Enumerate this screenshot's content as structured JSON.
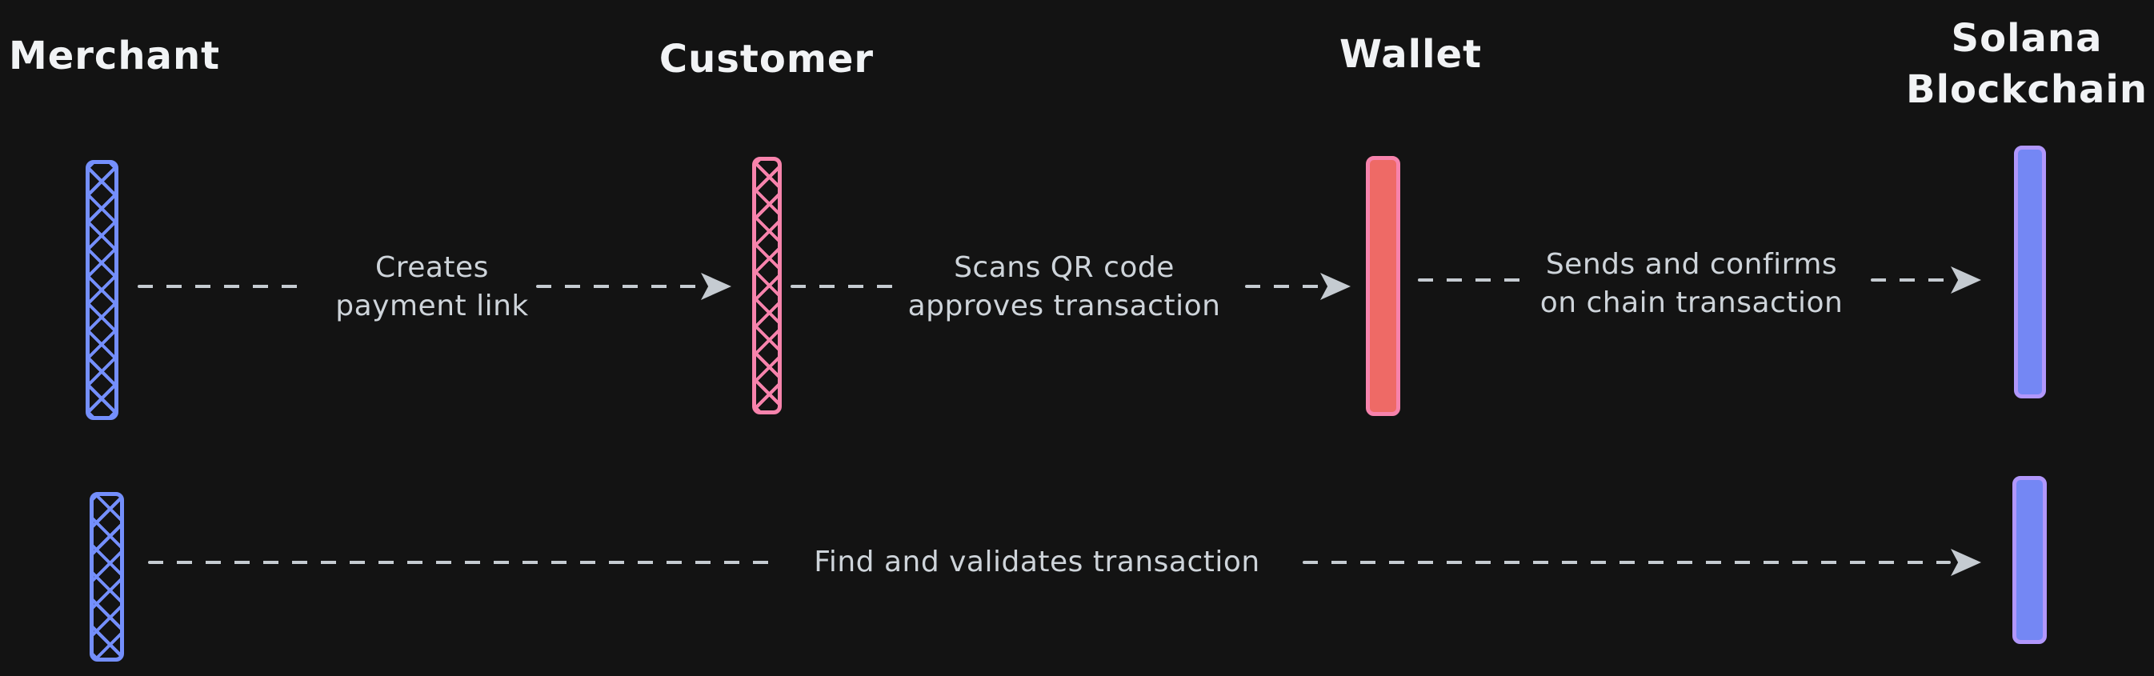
{
  "diagram": {
    "type": "sequence-diagram",
    "theme": "dark",
    "colors": {
      "background": "#131313",
      "header_text": "#f1f3f5",
      "label_text": "#ced4da",
      "arrow": "#c5cbd1",
      "merchant_bar": "#748ffc",
      "customer_bar": "#f783ac",
      "wallet_fill": "#ee6a66",
      "wallet_stroke": "#f783ac",
      "solana_fill": "#7487f4",
      "solana_stroke": "#b197fc"
    }
  },
  "actors": [
    {
      "name": "Merchant",
      "bar_style": "crosshatch-blue"
    },
    {
      "name": "Customer",
      "bar_style": "crosshatch-pink"
    },
    {
      "name": "Wallet",
      "bar_style": "solid-red"
    },
    {
      "name": "Solana Blockchain",
      "line1": "Solana",
      "line2": "Blockchain",
      "bar_style": "solid-indigo"
    }
  ],
  "messages": [
    {
      "from": "Merchant",
      "to": "Customer",
      "line1": "Creates",
      "line2": "payment link"
    },
    {
      "from": "Customer",
      "to": "Wallet",
      "line1": "Scans QR code",
      "line2": "approves transaction"
    },
    {
      "from": "Wallet",
      "to": "Solana Blockchain",
      "line1": "Sends and confirms",
      "line2": "on chain transaction"
    },
    {
      "from": "Merchant",
      "to": "Solana Blockchain",
      "line1": "Find and validates transaction"
    }
  ]
}
